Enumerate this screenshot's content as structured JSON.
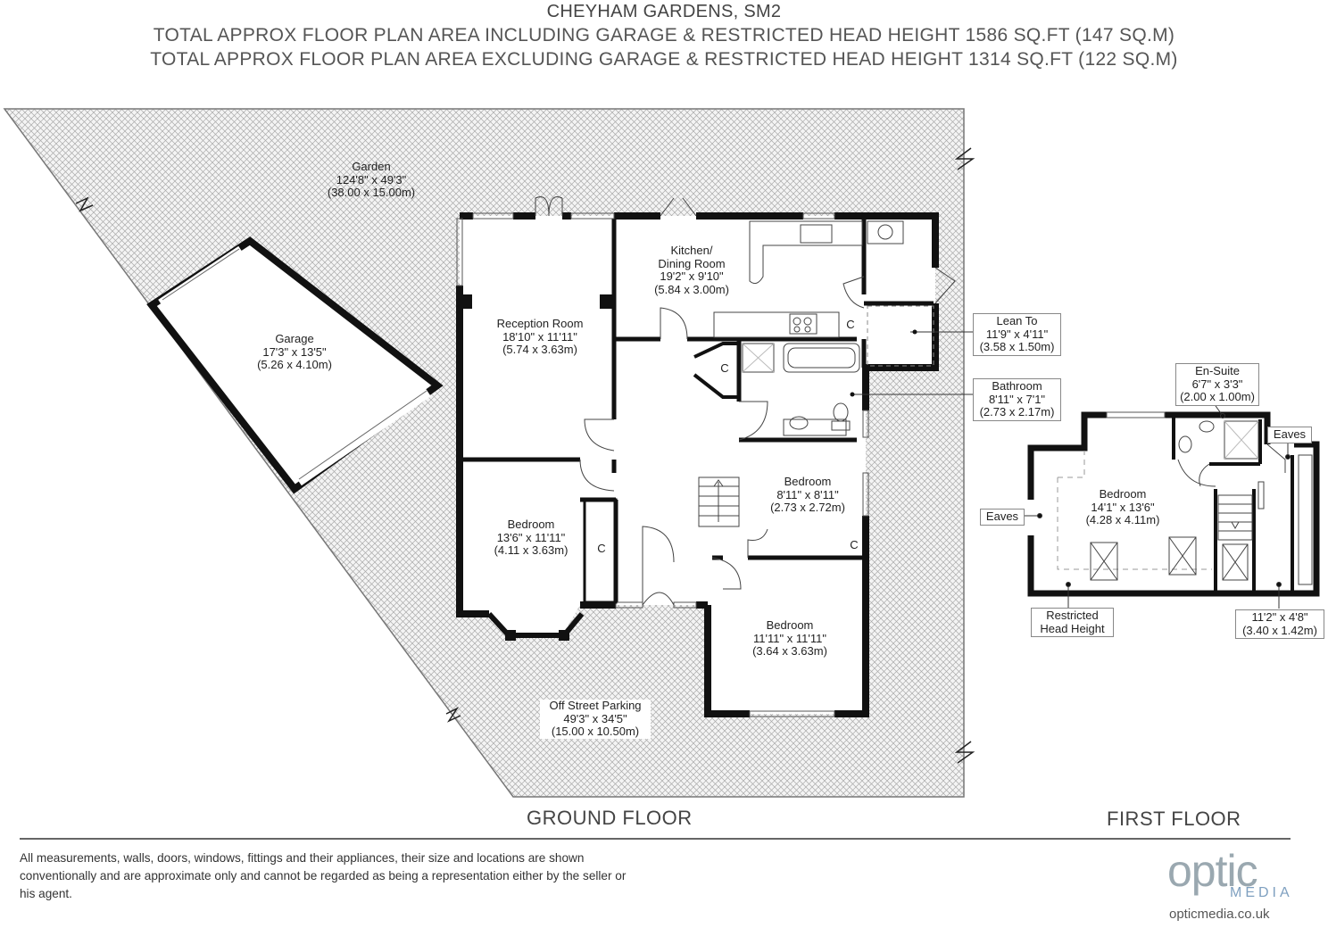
{
  "header": {
    "title": "CHEYHAM GARDENS, SM2",
    "line2": "TOTAL APPROX FLOOR PLAN AREA INCLUDING GARAGE & RESTRICTED HEAD HEIGHT 1586 SQ.FT (147 SQ.M)",
    "line3": "TOTAL APPROX FLOOR PLAN AREA EXCLUDING GARAGE & RESTRICTED HEAD HEIGHT 1314 SQ.FT (122 SQ.M)"
  },
  "ground_floor": {
    "label": "GROUND FLOOR",
    "rooms": {
      "garden": {
        "name": "Garden",
        "imperial": "124'8\" x 49'3\"",
        "metric": "(38.00 x 15.00m)"
      },
      "garage": {
        "name": "Garage",
        "imperial": "17'3\" x 13'5\"",
        "metric": "(5.26 x 4.10m)"
      },
      "reception": {
        "name": "Reception Room",
        "imperial": "18'10\" x 11'11\"",
        "metric": "(5.74 x 3.63m)"
      },
      "kitchen": {
        "name1": "Kitchen/",
        "name2": "Dining Room",
        "imperial": "19'2\" x 9'10\"",
        "metric": "(5.84 x 3.00m)"
      },
      "lean_to": {
        "name": "Lean To",
        "imperial": "11'9\" x 4'11\"",
        "metric": "(3.58 x 1.50m)"
      },
      "bathroom": {
        "name": "Bathroom",
        "imperial": "8'11\" x 7'1\"",
        "metric": "(2.73 x 2.17m)"
      },
      "bedroom_small": {
        "name": "Bedroom",
        "imperial": "8'11\" x 8'11\"",
        "metric": "(2.73 x 2.72m)"
      },
      "bedroom_left": {
        "name": "Bedroom",
        "imperial": "13'6\" x 11'11\"",
        "metric": "(4.11 x 3.63m)"
      },
      "bedroom_front": {
        "name": "Bedroom",
        "imperial": "11'11\" x 11'11\"",
        "metric": "(3.64 x 3.63m)"
      },
      "parking": {
        "name": "Off Street Parking",
        "imperial": "49'3\" x 34'5\"",
        "metric": "(15.00 x 10.50m)"
      }
    },
    "cupboard_label": "C"
  },
  "first_floor": {
    "label": "FIRST FLOOR",
    "rooms": {
      "ensuite": {
        "name": "En-Suite",
        "imperial": "6'7\" x 3'3\"",
        "metric": "(2.00 x 1.00m)"
      },
      "bedroom": {
        "name": "Bedroom",
        "imperial": "14'1\" x 13'6\"",
        "metric": "(4.28 x 4.11m)"
      },
      "eaves_left": "Eaves",
      "eaves_right": "Eaves",
      "restricted": {
        "line1": "Restricted",
        "line2": "Head Height"
      },
      "storage": {
        "imperial": "11'2\" x 4'8\"",
        "metric": "(3.40 x 1.42m)"
      }
    }
  },
  "footer": {
    "disclaimer": "All measurements, walls, doors, windows, fittings and their appliances, their size and locations are shown conventionally and are approximate only and cannot be regarded as being a representation either by the seller or his agent.",
    "logo_word": "optic",
    "logo_sub": "MEDIA",
    "url": "opticmedia.co.uk"
  },
  "colors": {
    "wall": "#111111",
    "hatch": "#b8b8b8",
    "text": "#222222",
    "logo": "#9aa8b0"
  }
}
